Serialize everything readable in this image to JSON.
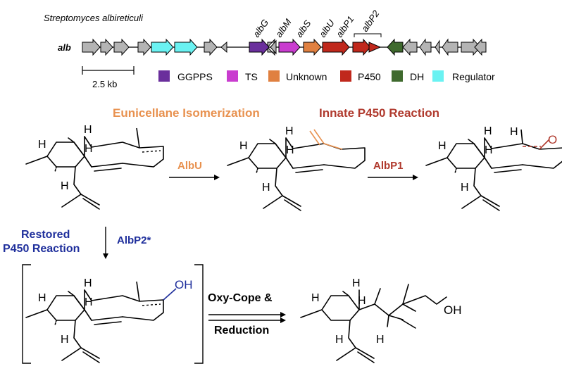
{
  "organism": "Streptomyces albireticuli",
  "cluster_label": "alb",
  "scale_label": "2.5 kb",
  "gene_labels": [
    "albG",
    "albM",
    "albS",
    "albU",
    "albP1",
    "albP2"
  ],
  "legend": [
    {
      "label": "GGPPS",
      "color": "#6a2f9c"
    },
    {
      "label": "TS",
      "color": "#c93ccf"
    },
    {
      "label": "Unknown",
      "color": "#e08040"
    },
    {
      "label": "P450",
      "color": "#c0281c"
    },
    {
      "label": "DH",
      "color": "#3f6a2e"
    },
    {
      "label": "Regulator",
      "color": "#6af2f2"
    }
  ],
  "colors": {
    "gray": "#b4b4b4",
    "orange_title": "#e8914f",
    "red_title": "#b03a2e",
    "blue_title": "#1f2f9c"
  },
  "titles": {
    "isomerization": "Eunicellane Isomerization",
    "innate": "Innate P450 Reaction"
  },
  "enzymes": {
    "albu": "AlbU",
    "albp1": "AlbP1",
    "albp2": "AlbP2*"
  },
  "restored": {
    "line1": "Restored",
    "line2": "P450 Reaction"
  },
  "oxy_cope": {
    "line1": "Oxy-Cope &",
    "line2": "Reduction"
  },
  "atoms": {
    "h": "H",
    "o": "O",
    "oh": "OH"
  }
}
